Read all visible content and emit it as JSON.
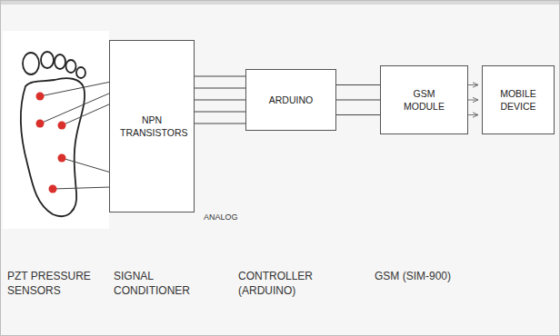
{
  "diagram": {
    "nodes": [
      {
        "text": [
          "NPN TRANSISTORS"
        ]
      },
      {
        "text": [
          "ARDUINO"
        ]
      },
      {
        "text": [
          "GSM MODULE"
        ]
      },
      {
        "text": [
          "MOBILE DEVICE"
        ]
      }
    ],
    "edges": [
      {
        "from": 0,
        "to": 1,
        "arrow": "none"
      },
      {
        "from": 0,
        "to": 1,
        "arrow": "none"
      },
      {
        "from": 0,
        "to": 1,
        "arrow": "none"
      },
      {
        "from": 0,
        "to": 1,
        "arrow": "none"
      },
      {
        "from": 0,
        "to": 1,
        "arrow": "none"
      },
      {
        "from": 1,
        "to": 2,
        "arrow": "none"
      },
      {
        "from": 1,
        "to": 2,
        "arrow": "none"
      },
      {
        "from": 1,
        "to": 2,
        "arrow": "none"
      },
      {
        "from": 2,
        "to": 3,
        "arrow": "to"
      },
      {
        "from": 2,
        "to": 3,
        "arrow": "to"
      },
      {
        "from": 2,
        "to": 3,
        "arrow": "to"
      }
    ],
    "labels": [
      "ANALOG",
      "PZT PRESSURE SENSORS",
      "SIGNAL CONDITIONER",
      "CONTROLLER (ARDUINO)",
      "GSM (SIM-900)"
    ]
  }
}
